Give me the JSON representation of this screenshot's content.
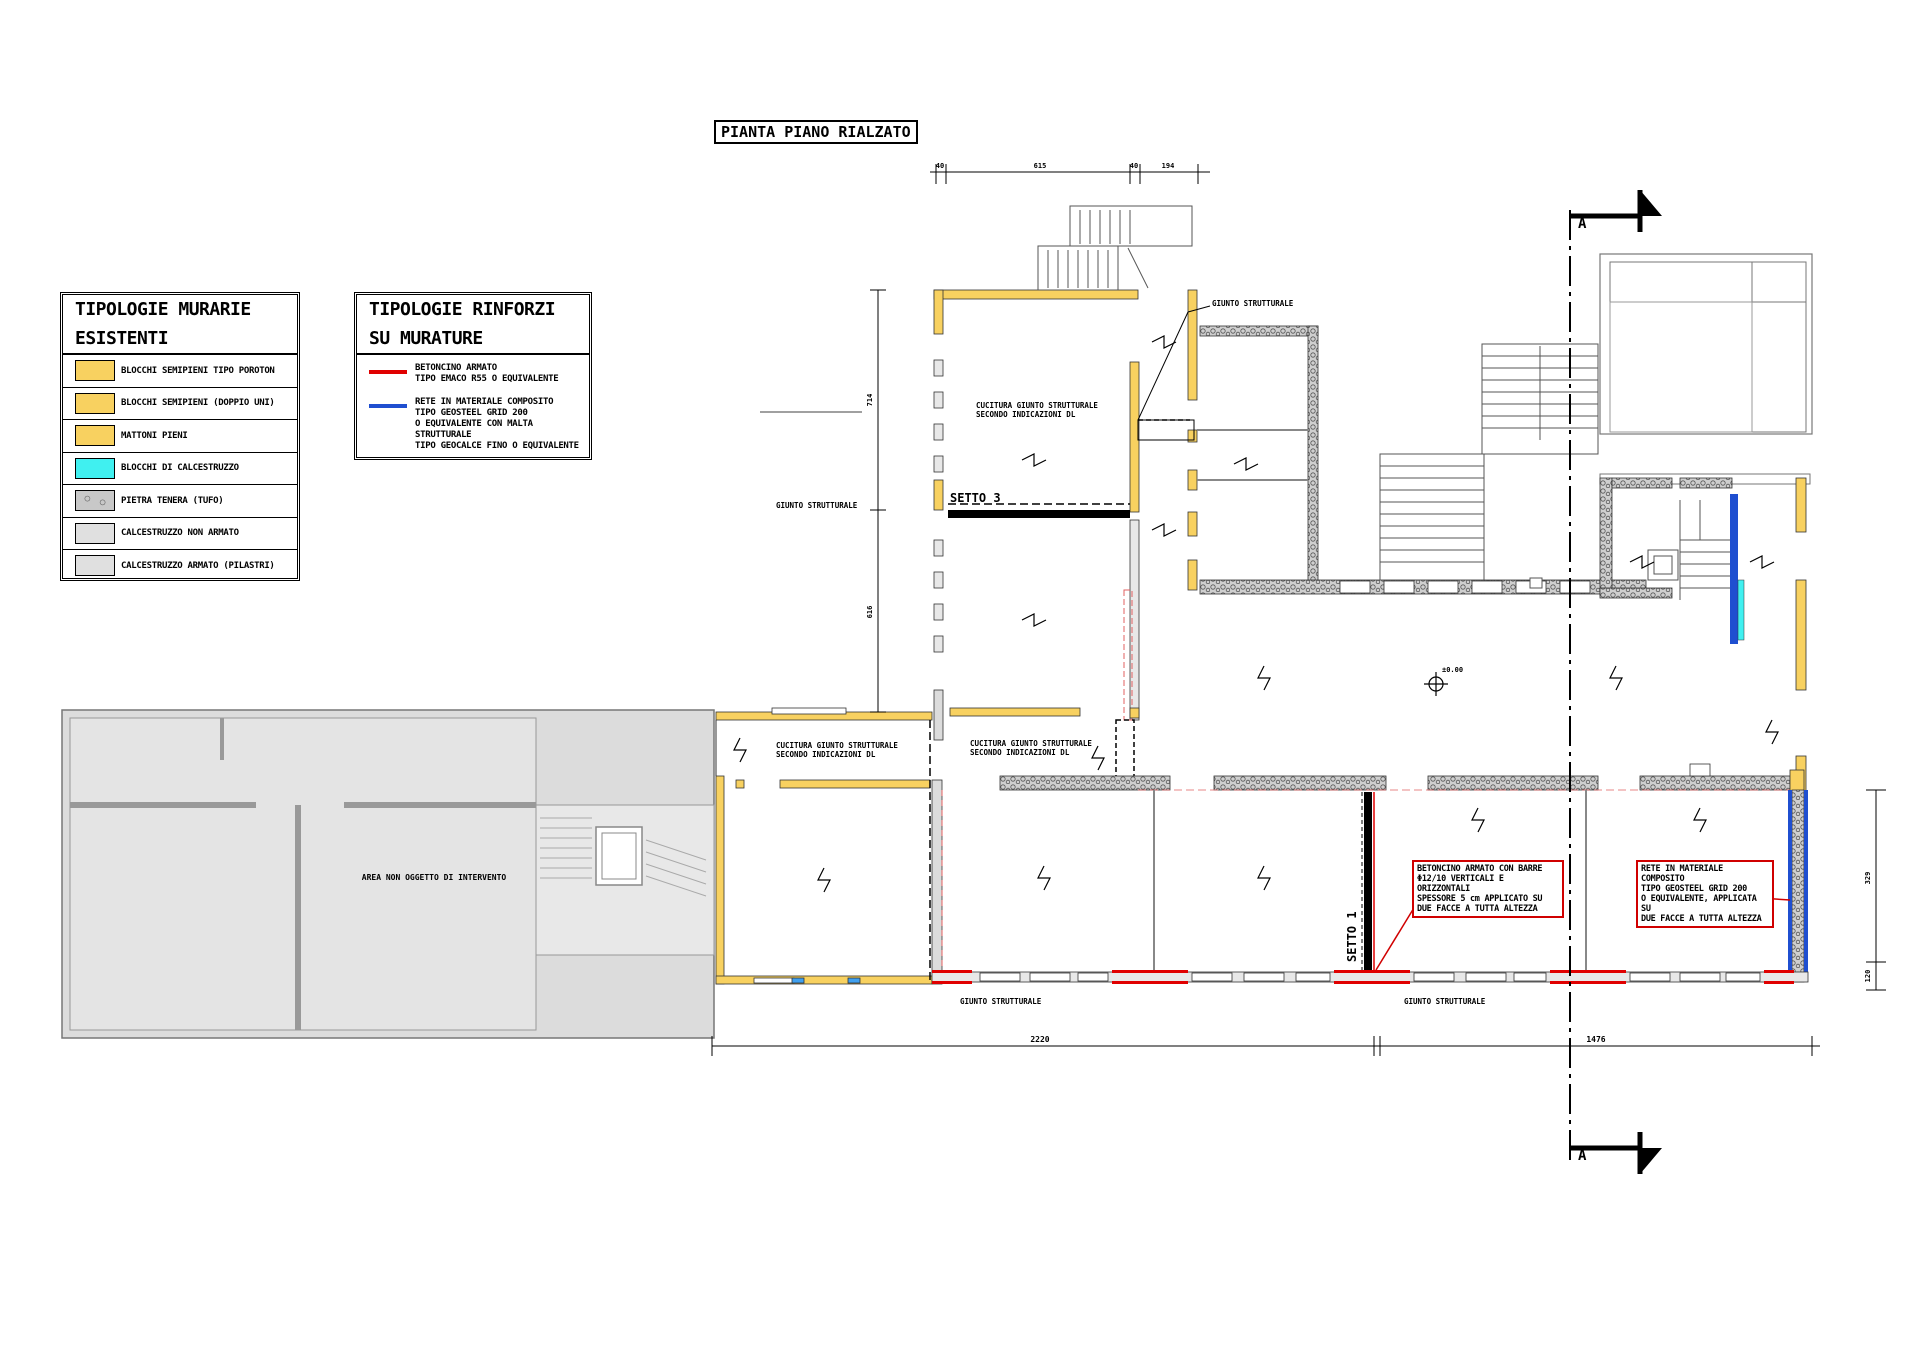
{
  "title": "PIANTA PIANO RIALZATO",
  "legend_murature": {
    "title_line1": "TIPOLOGIE MURARIE",
    "title_line2": "ESISTENTI",
    "items": [
      {
        "label": "BLOCCHI SEMIPIENI TIPO POROTON",
        "color": "#f8d160"
      },
      {
        "label": "BLOCCHI SEMIPIENI (DOPPIO UNI)",
        "color": "#f8d160"
      },
      {
        "label": "MATTONI PIENI",
        "color": "#f8d160"
      },
      {
        "label": "BLOCCHI DI CALCESTRUZZO",
        "color": "#40f0f0"
      },
      {
        "label": "PIETRA TENERA (TUFO)",
        "color": "#c8c8c8"
      },
      {
        "label": "CALCESTRUZZO NON ARMATO",
        "color": "#e0e0e0"
      },
      {
        "label": "CALCESTRUZZO ARMATO (PILASTRI)",
        "color": "#e0e0e0"
      }
    ]
  },
  "legend_rinforzi": {
    "title_line1": "TIPOLOGIE RINFORZI",
    "title_line2": "SU MURATURE",
    "items": [
      {
        "label": "BETONCINO ARMATO\nTIPO EMACO R55 O EQUIVALENTE",
        "color": "#e00000"
      },
      {
        "label": "RETE IN MATERIALE COMPOSITO\nTIPO GEOSTEEL GRID 200\nO EQUIVALENTE CON MALTA STRUTTURALE\nTIPO GEOCALCE FINO O EQUIVALENTE",
        "color": "#1f4fd0"
      }
    ]
  },
  "labels": {
    "giunto_top": "GIUNTO STRUTTURALE",
    "cucitura_1": "CUCITURA GIUNTO STRUTTURALE\nSECONDO INDICAZIONI DL",
    "giunto_left": "GIUNTO STRUTTURALE",
    "setto_3": "SETTO 3",
    "cucitura_2": "CUCITURA GIUNTO STRUTTURALE\nSECONDO INDICAZIONI DL",
    "cucitura_3": "CUCITURA GIUNTO STRUTTURALE\nSECONDO INDICAZIONI DL",
    "area_non_oggetto": "AREA NON OGGETTO DI INTERVENTO",
    "setto_1": "SETTO 1",
    "giunto_bottom_1": "GIUNTO STRUTTURALE",
    "giunto_bottom_2": "GIUNTO STRUTTURALE",
    "note_betoncino": "BETONCINO ARMATO CON BARRE\nΦ12/10 VERTICALI E ORIZZONTALI\nSPESSORE 5 cm APPLICATO SU\nDUE FACCE A TUTTA ALTEZZA",
    "note_rete": "RETE IN MATERIALE COMPOSITO\nTIPO GEOSTEEL GRID 200\nO EQUIVALENTE, APPLICATA SU\nDUE FACCE A TUTTA ALTEZZA",
    "section_a": "A",
    "elev": "±0.00"
  },
  "dimensions": {
    "top_1": "40",
    "top_2": "615",
    "top_3": "40",
    "top_4": "194",
    "left_1": "714",
    "left_2": "616",
    "bottom_1": "2220",
    "bottom_2": "1476",
    "right_1": "329",
    "right_2": "120"
  },
  "colors": {
    "yellow": "#f8d160",
    "red": "#e00000",
    "blue": "#1f4fd0",
    "grey": "#dcdcdc",
    "stone": "#bfbfbf"
  }
}
